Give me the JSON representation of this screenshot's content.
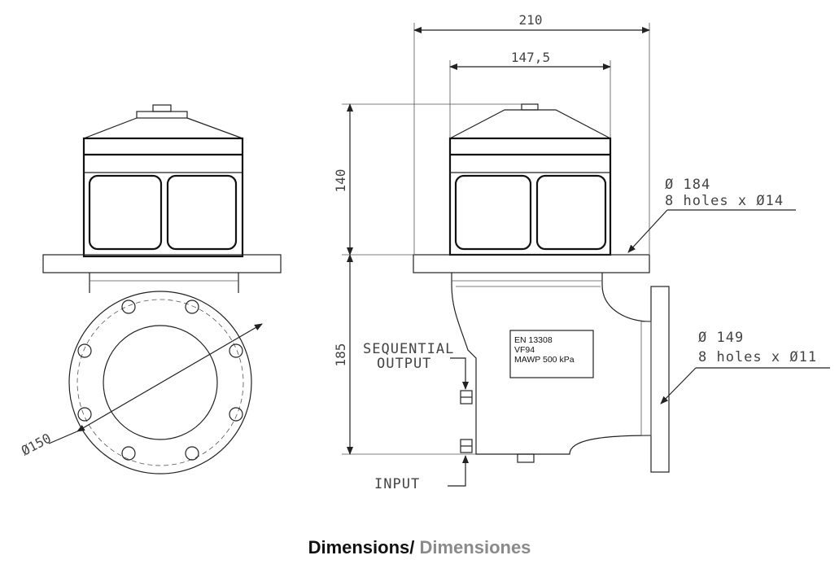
{
  "dimensions": {
    "width_overall": "210",
    "width_body": "147,5",
    "height_top": "140",
    "height_bottom": "185",
    "bore_diameter": "Ø150"
  },
  "notes": {
    "top_flange_line1": "Ø 184",
    "top_flange_line2": "8 holes x Ø14",
    "side_flange_line1": "Ø 149",
    "side_flange_line2": "8 holes x Ø11",
    "sequential_line1": "SEQUENTIAL",
    "sequential_line2": "OUTPUT",
    "input": "INPUT"
  },
  "nameplate": {
    "line1": "EN 13308",
    "line2": "VF94",
    "line3": "MAWP 500 kPa"
  },
  "caption": {
    "en": "Dimensions/",
    "es": " Dimensiones"
  }
}
